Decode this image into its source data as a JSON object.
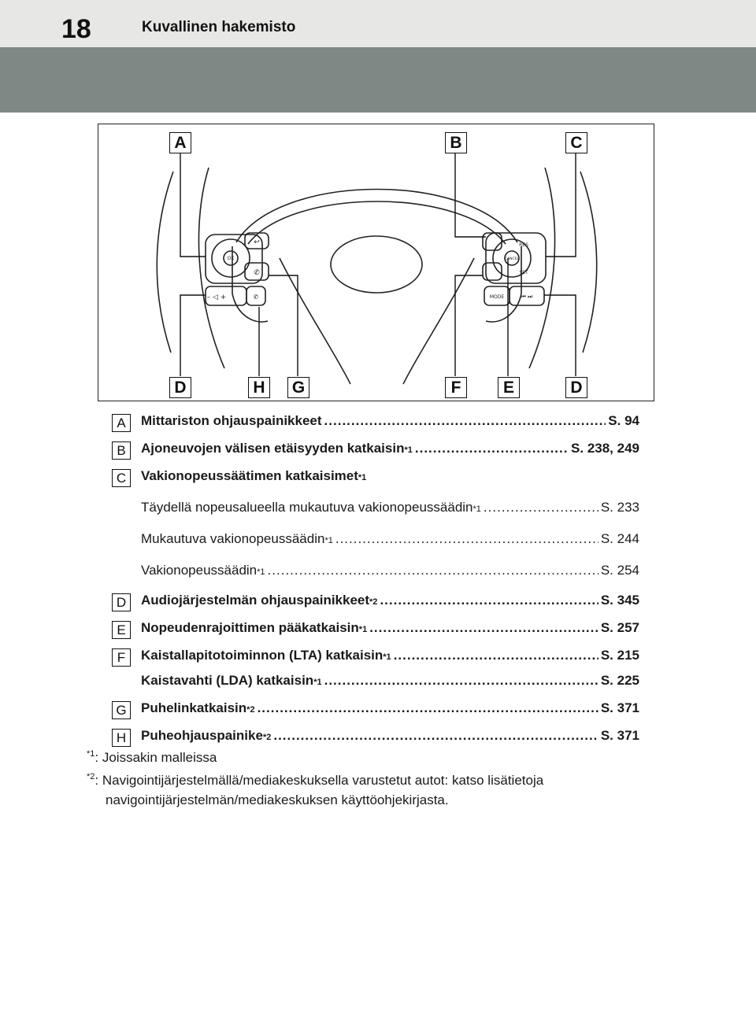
{
  "header": {
    "page_number": "18",
    "title": "Kuvallinen hakemisto"
  },
  "figure": {
    "callouts_top": [
      "A",
      "B",
      "C"
    ],
    "callouts_bottom": [
      "D",
      "H",
      "G",
      "F",
      "E",
      "D"
    ],
    "button_labels": {
      "ok": "OK",
      "res": "RES",
      "cancel": "CANCEL",
      "set": "SET",
      "mode": "MODE"
    }
  },
  "entries": [
    {
      "badge": "A",
      "text": "Mittariston ohjauspainikkeet",
      "sup": "",
      "page": "S. 94",
      "style": "bold"
    },
    {
      "badge": "B",
      "text": "Ajoneuvojen välisen etäisyyden katkaisin",
      "sup": "*1",
      "page": "S. 238, 249",
      "style": "bold"
    },
    {
      "badge": "C",
      "text": "Vakionopeussäätimen katkaisimet",
      "sup": "*1",
      "page": "",
      "style": "bold"
    },
    {
      "badge": "",
      "text": "Täydellä nopeusalueella mukautuva vakionopeussäädin",
      "sup": "*1",
      "page": "S. 233",
      "style": "regular"
    },
    {
      "badge": "",
      "text": "Mukautuva vakionopeussäädin",
      "sup": "*1",
      "page": "S. 244",
      "style": "regular"
    },
    {
      "badge": "",
      "text": "Vakionopeussäädin",
      "sup": "*1",
      "page": "S. 254",
      "style": "regular"
    },
    {
      "badge": "D",
      "text": "Audiojärjestelmän ohjauspainikkeet",
      "sup": "*2",
      "page": "S. 345",
      "style": "bold"
    },
    {
      "badge": "E",
      "text": "Nopeudenrajoittimen pääkatkaisin",
      "sup": "*1",
      "page": "S. 257",
      "style": "bold"
    },
    {
      "badge": "F",
      "text": "Kaistallapitotoiminnon (LTA) katkaisin",
      "sup": "*1",
      "page": "S. 215",
      "style": "bold"
    },
    {
      "badge": "",
      "text": "Kaistavahti (LDA) katkaisin",
      "sup": "*1",
      "page": "S. 225",
      "style": "bold"
    },
    {
      "badge": "G",
      "text": "Puhelinkatkaisin",
      "sup": "*2",
      "page": "S. 371",
      "style": "bold"
    },
    {
      "badge": "H",
      "text": "Puheohjauspainike",
      "sup": "*2",
      "page": "S. 371",
      "style": "bold"
    }
  ],
  "footnotes": [
    {
      "mark": "*1",
      "text": ": Joissakin malleissa",
      "cont": ""
    },
    {
      "mark": "*2",
      "text": ": Navigointijärjestelmällä/mediakeskuksella varustetut autot: katso lisätietoja",
      "cont": "navigointijärjestelmän/mediakeskuksen käyttöohjekirjasta."
    }
  ]
}
